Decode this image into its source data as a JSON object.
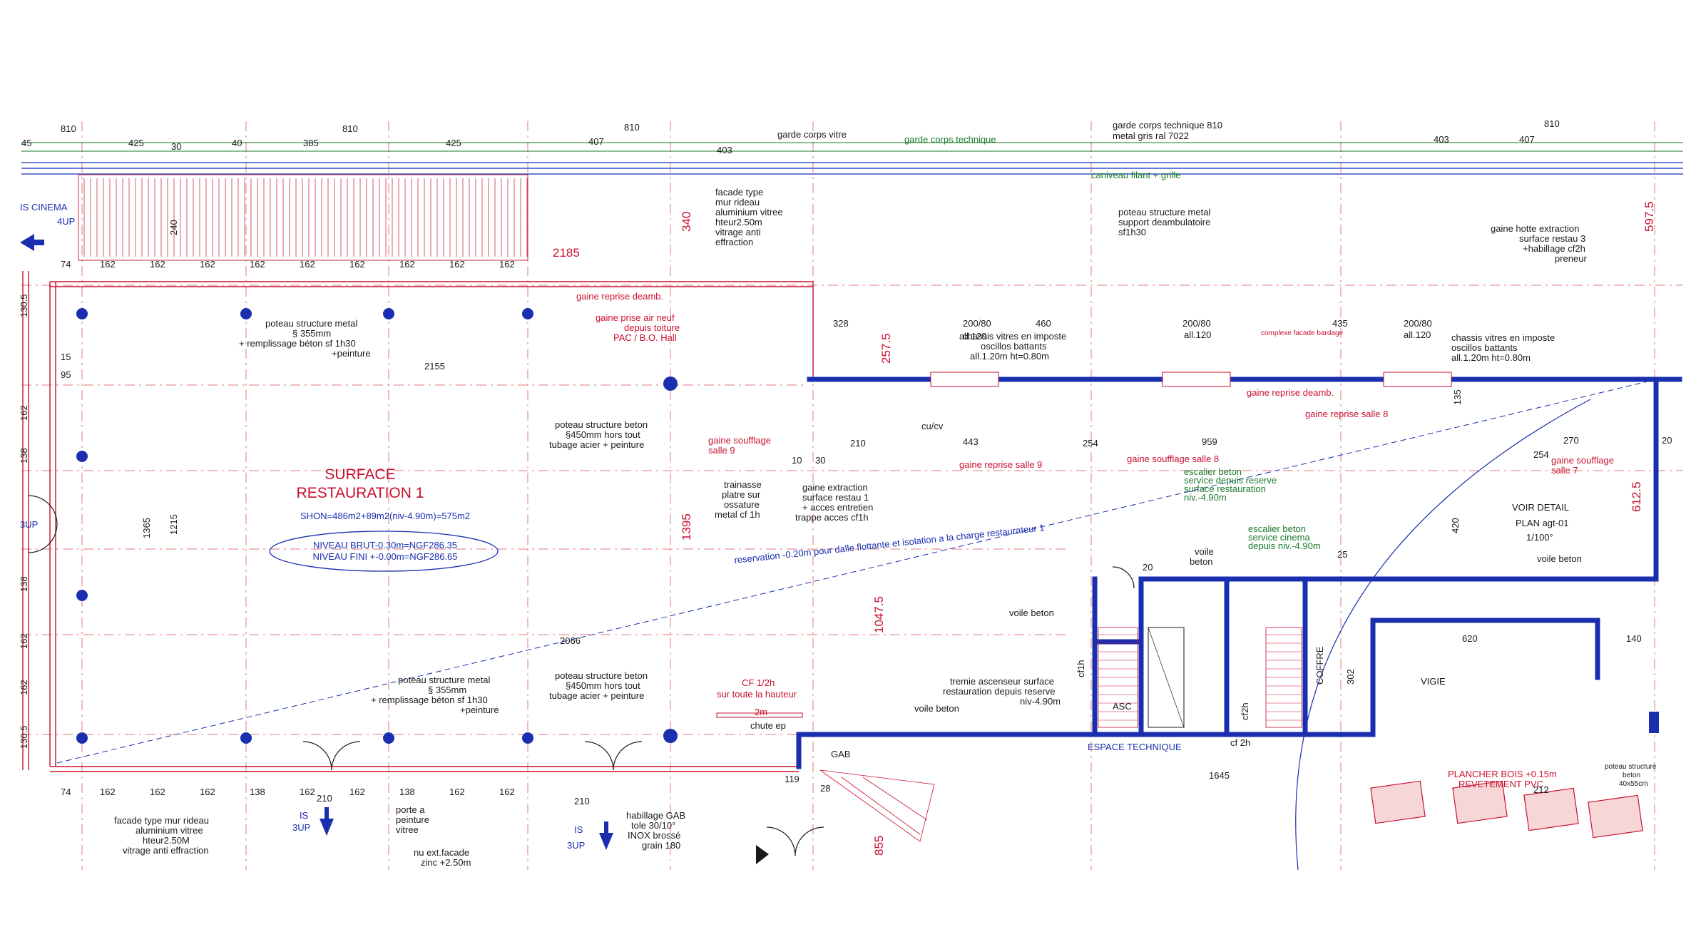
{
  "colors": {
    "wall_blue": "#1a2fb0",
    "annotation_red": "#c8102e",
    "dimension_green": "#1a7a2a",
    "text_black": "#1a1a1a",
    "grid_red": "#e07a7a"
  },
  "top_dimensions": [
    "810",
    "425",
    "30",
    "40",
    "385",
    "425",
    "810",
    "407",
    "403",
    "garde corps vitre",
    "810",
    "garde corps technique",
    "garde corps technique 810",
    "metal gris ral 7022",
    "403",
    "810",
    "407",
    "45"
  ],
  "room": {
    "title_1": "SURFACE",
    "title_2": "RESTAURATION 1",
    "shon": "SHON=486m2+89m2(niv-4.90m)=575m2",
    "niveau_brut": "NIVEAU BRUT-0.30m=NGF286.35",
    "niveau_fini": "NIVEAU FINI +-0.00m=NGF286.65"
  },
  "labels": {
    "is_cinema": "IS CINEMA",
    "up4": "4UP",
    "up3_left": "3UP",
    "is_3up_a": "IS",
    "is_3up_a2": "3UP",
    "is_3up_b": "IS",
    "is_3up_b2": "3UP",
    "caniveau": "caniveau filant + grille",
    "poteau_metal_1": "poteau structure metal",
    "poteau_metal_1b": "§ 355mm",
    "poteau_metal_1c": "+ remplissage béton sf 1h30",
    "poteau_metal_1d": "+peinture",
    "poteau_beton_1": "poteau structure beton",
    "poteau_beton_1b": "§450mm hors tout",
    "poteau_beton_1c": "tubage acier + peinture",
    "poteau_metal_2": "poteau structure metal",
    "poteau_metal_2b": "§ 355mm",
    "poteau_metal_2c": "+ remplissage béton sf 1h30",
    "poteau_metal_2d": "+peinture",
    "poteau_beton_2": "poteau structure beton",
    "poteau_beton_2b": "§450mm hors tout",
    "poteau_beton_2c": "tubage acier + peinture",
    "poteau_deamb": "poteau structure metal",
    "poteau_deamb_b": "support deambulatoire",
    "poteau_deamb_c": "sf1h30",
    "facade_type": "facade type",
    "facade_type_b": "mur rideau",
    "facade_type_c": "aluminium vitree",
    "facade_type_d": "hteur2.50m",
    "facade_type_e": "vitrage anti",
    "facade_type_f": "effraction",
    "facade_bottom": "facade type mur rideau",
    "facade_bottom_b": "aluminium vitree",
    "facade_bottom_c": "hteur2.50M",
    "facade_bottom_d": "vitrage anti effraction",
    "gaine_reprise_deamb": "gaine reprise deamb.",
    "gaine_prise_air": "gaine prise air neuf",
    "gaine_prise_air_b": "depuis toiture",
    "gaine_prise_air_c": "PAC / B.O. Hall",
    "chassis_1": "chassis vitres en imposte",
    "chassis_1b": "oscillos battants",
    "chassis_1c": "all.1.20m ht=0.80m",
    "chassis_2": "chassis vitres en imposte",
    "chassis_2b": "oscillos battants",
    "chassis_2c": "all.1.20m ht=0.80m",
    "dim_200_80_a": "200/80",
    "all_120_a": "all.120",
    "dim_460": "460",
    "dim_200_80_b": "200/80",
    "all_120_b": "all.120",
    "dim_435": "435",
    "dim_200_80_c": "200/80",
    "all_120_c": "all.120",
    "complexe": "complexe facade bardage",
    "gaine_hotte": "gaine hotte extraction",
    "gaine_hotte_b": "surface restau 3",
    "gaine_hotte_c": "+habillage cf2h",
    "gaine_hotte_d": "preneur",
    "gaine_reprise_deamb_2": "gaine reprise deamb.",
    "gaine_reprise_salle8": "gaine reprise salle 8",
    "gaine_reprise_salle9": "gaine reprise salle 9",
    "gaine_soufflage_salle8": "gaine soufflage salle 8",
    "gaine_soufflage_salle9": "gaine soufflage",
    "gaine_soufflage_salle9b": "salle 9",
    "gaine_soufflage_salle7": "gaine soufflage",
    "gaine_soufflage_salle7b": "salle 7",
    "trainasse": "trainasse",
    "trainasse_b": "platre sur",
    "trainasse_c": "ossature",
    "trainasse_d": "metal cf 1h",
    "gaine_extraction": "gaine extraction",
    "gaine_extraction_b": "surface restau 1",
    "gaine_extraction_c": "+ acces entretien",
    "gaine_extraction_d": "trappe acces cf1h",
    "cu_cv": "cu/cv",
    "escalier_1": "escalier beton",
    "escalier_1b": "service depuis reserve",
    "escalier_1c": "surface restauration",
    "escalier_1d": "niv.-4.90m",
    "escalier_2": "escalier beton",
    "escalier_2b": "service cinema",
    "escalier_2c": "depuis niv.-4.90m",
    "voile_beton_1": "voile",
    "voile_beton_1b": "beton",
    "voile_beton_2": "voile beton",
    "voile_beton_3": "voile beton",
    "voile_beton_4": "voile beton",
    "voir_detail": "VOIR DETAIL",
    "voir_detail_b": "PLAN agt-01",
    "voir_detail_c": "1/100°",
    "reservation": "reservation -0.20m pour dalle flottante et isolation a la charge restaurateur 1",
    "cf_1_2h": "CF 1/2h",
    "cf_1_2h_b": "sur toute la hauteur",
    "chute_ep": "chute ep",
    "dim_2m": "2m",
    "tremie": "tremie ascenseur surface",
    "tremie_b": "restauration depuis reserve",
    "tremie_c": "niv-4.90m",
    "espace_technique": "ESPACE TECHNIQUE",
    "cf_2h": "cf 2h",
    "cf1h_v": "cf1h",
    "cf2h_v": "cf2h",
    "asc": "ASC",
    "coffre": "COFFRE",
    "vigie": "VIGIE",
    "gab": "GAB",
    "porte_vitree": "porte a",
    "porte_vitree_b": "peinture",
    "porte_vitree_c": "vitree",
    "habillage_gab": "habillage GAB",
    "habillage_gab_b": "tole 30/10°",
    "habillage_gab_c": "INOX brossé",
    "habillage_gab_d": "grain 180",
    "nu_ext": "nu ext.facade",
    "nu_ext_b": "zinc +2.50m",
    "plancher": "PLANCHER BOIS +0.15m",
    "plancher_b": "REVETEMENT PVC",
    "poteau_struct_right": "poteau structure",
    "poteau_struct_right_b": "beton",
    "poteau_struct_right_c": "40x55cm"
  },
  "dimensions": {
    "d2185": "2185",
    "d340": "340",
    "d1395": "1395",
    "d1047": "1047.5",
    "d855": "855",
    "d1365": "1365",
    "d1215": "1215",
    "d2155": "2155",
    "d2066": "2066",
    "d257": "257.5",
    "d5975": "597.5",
    "d6125": "612.5",
    "d959": "959",
    "d443": "443",
    "d254a": "254",
    "d254b": "254",
    "d270": "270",
    "d210a": "210",
    "d210b": "210",
    "d210c": "210",
    "d1645": "1645",
    "d620": "620",
    "d1305a": "130.5",
    "d1305b": "130.5",
    "d162a": "162",
    "d138a": "138",
    "d162b": "162",
    "d138b": "138",
    "d162c": "162",
    "d240": "240",
    "d328": "328",
    "d10": "10",
    "d30": "30",
    "d25": "25",
    "d20a": "20",
    "d20b": "20",
    "d420": "420",
    "d140": "140",
    "d212": "212",
    "d302": "302",
    "d135": "135",
    "d119": "119",
    "d28": "28",
    "d74a": "74",
    "d74b": "74",
    "d95": "95",
    "d15": "15",
    "d162_row": [
      "162",
      "162",
      "162",
      "162",
      "162",
      "162",
      "162",
      "162",
      "162"
    ],
    "d_bottom_row": [
      "162",
      "162",
      "162",
      "138",
      "162",
      "162",
      "138",
      "162",
      "162"
    ]
  }
}
